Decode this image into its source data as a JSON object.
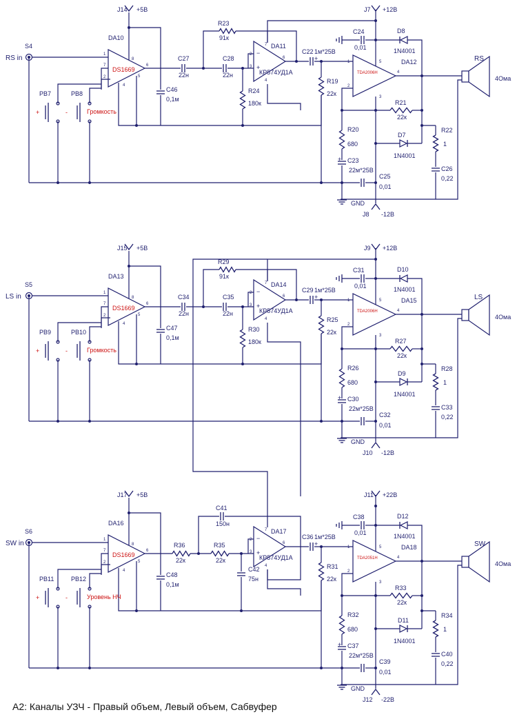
{
  "caption": "А2: Каналы УЗЧ - Правый объем, Левый объем, Сабвуфер",
  "channels": [
    {
      "input_label": "RS in",
      "jack": "S4",
      "pwr_j": "J14",
      "pwr_v": "+5В",
      "vol_ic": "DA10",
      "vol_chip": "DS1669",
      "pb_a": "PB7",
      "pb_b": "PB8",
      "plus": "+",
      "minus": "-",
      "knob": "Громкость",
      "c_dec": "C46",
      "c_dec_v": "0,1м",
      "c_cpl": "C27",
      "c_cpl_v": "22н",
      "r_in": "",
      "r_in_v": "",
      "r_fb": "R23",
      "r_fb_v": "91к",
      "c_fb": "",
      "c_fb_v": "",
      "c_in": "C28",
      "c_in_v": "22н",
      "r_gnd": "R24",
      "r_gnd_v": "180к",
      "c_gnd": "",
      "c_gnd_v": "",
      "op_ic": "DA11",
      "op_chip": "КР574УД1А",
      "c_out": "C22",
      "c_out_v": "1м*25В",
      "r_bias": "R19",
      "r_bias_v": "22к",
      "pa_ic": "DA12",
      "pa_chip": "TDA2006H",
      "j_top": "J7",
      "j_top_v": "+12В",
      "j_bot": "J8",
      "j_bot_v": "-12В",
      "c_tp": "C24",
      "c_tp_v": "0,01",
      "d_top": "D8",
      "d_top_v": "1N4001",
      "r_fb2": "R21",
      "r_fb2_v": "22к",
      "d_bot": "D7",
      "d_bot_v": "1N4001",
      "r_zb": "R22",
      "r_zb_v": "1",
      "c_zb": "C26",
      "c_zb_v": "0,22",
      "r_gs": "R20",
      "r_gs_v": "680",
      "c_gs": "C23",
      "c_gs_v": "22м*25В",
      "c_bp": "C25",
      "c_bp_v": "0,01",
      "gnd": "GND",
      "spk": "RS",
      "spk_v": "4Ома"
    },
    {
      "input_label": "LS in",
      "jack": "S5",
      "pwr_j": "J15",
      "pwr_v": "+5В",
      "vol_ic": "DA13",
      "vol_chip": "DS1669",
      "pb_a": "PB9",
      "pb_b": "PB10",
      "plus": "+",
      "minus": "-",
      "knob": "Громкость",
      "c_dec": "C47",
      "c_dec_v": "0,1м",
      "c_cpl": "C34",
      "c_cpl_v": "22н",
      "r_in": "",
      "r_in_v": "",
      "r_fb": "R29",
      "r_fb_v": "91к",
      "c_fb": "",
      "c_fb_v": "",
      "c_in": "C35",
      "c_in_v": "22н",
      "r_gnd": "R30",
      "r_gnd_v": "180к",
      "c_gnd": "",
      "c_gnd_v": "",
      "op_ic": "DA14",
      "op_chip": "КР574УД1А",
      "c_out": "C29",
      "c_out_v": "1м*25В",
      "r_bias": "R25",
      "r_bias_v": "22к",
      "pa_ic": "DA15",
      "pa_chip": "TDA2006H",
      "j_top": "J9",
      "j_top_v": "+12В",
      "j_bot": "J10",
      "j_bot_v": "-12В",
      "c_tp": "C31",
      "c_tp_v": "0,01",
      "d_top": "D10",
      "d_top_v": "1N4001",
      "r_fb2": "R27",
      "r_fb2_v": "22к",
      "d_bot": "D9",
      "d_bot_v": "1N4001",
      "r_zb": "R28",
      "r_zb_v": "1",
      "c_zb": "C33",
      "c_zb_v": "0,22",
      "r_gs": "R26",
      "r_gs_v": "680",
      "c_gs": "C30",
      "c_gs_v": "22м*25В",
      "c_bp": "C32",
      "c_bp_v": "0,01",
      "gnd": "GND",
      "spk": "LS",
      "spk_v": "4Ома"
    },
    {
      "input_label": "SW in",
      "jack": "S6",
      "pwr_j": "J17",
      "pwr_v": "+5В",
      "vol_ic": "DA16",
      "vol_chip": "DS1669",
      "pb_a": "PB11",
      "pb_b": "PB12",
      "plus": "+",
      "minus": "-",
      "knob": "Уровень НЧ",
      "c_dec": "C48",
      "c_dec_v": "0,1м",
      "c_cpl": "",
      "c_cpl_v": "",
      "r_in": "R36",
      "r_in_v": "22к",
      "r_fb": "R35",
      "r_fb_v": "22к",
      "c_fb": "C41",
      "c_fb_v": "150н",
      "c_in": "",
      "c_in_v": "",
      "r_gnd": "",
      "r_gnd_v": "",
      "c_gnd": "C42",
      "c_gnd_v": "75н",
      "op_ic": "DA17",
      "op_chip": "КР574УД1А",
      "c_out": "C36",
      "c_out_v": "1м*25В",
      "r_bias": "R31",
      "r_bias_v": "22к",
      "pa_ic": "DA18",
      "pa_chip": "TDA2051H",
      "j_top": "J11",
      "j_top_v": "+22В",
      "j_bot": "J12",
      "j_bot_v": "-22В",
      "c_tp": "C38",
      "c_tp_v": "0,01",
      "d_top": "D12",
      "d_top_v": "1N4001",
      "r_fb2": "R33",
      "r_fb2_v": "22к",
      "d_bot": "D11",
      "d_bot_v": "1N4001",
      "r_zb": "R34",
      "r_zb_v": "1",
      "c_zb": "C40",
      "c_zb_v": "0,22",
      "r_gs": "R32",
      "r_gs_v": "680",
      "c_gs": "C37",
      "c_gs_v": "22м*25В",
      "c_bp": "C39",
      "c_bp_v": "0,01",
      "gnd": "GND",
      "spk": "SW",
      "spk_v": "4Ома"
    }
  ]
}
